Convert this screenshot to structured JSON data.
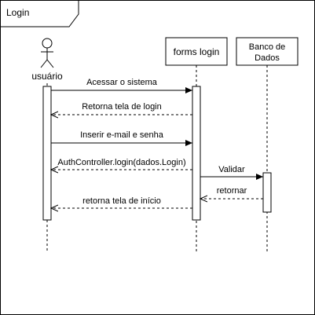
{
  "frame": {
    "title": "Login"
  },
  "participants": {
    "user": {
      "label": "usuário"
    },
    "forms": {
      "label": "forms login"
    },
    "db": {
      "label_line1": "Banco de",
      "label_line2": "Dados"
    }
  },
  "messages": [
    {
      "id": "m1",
      "text": "Acessar o sistema",
      "from": "user",
      "to": "forms",
      "kind": "sync"
    },
    {
      "id": "m2",
      "text": "Retorna tela de login",
      "from": "forms",
      "to": "user",
      "kind": "return"
    },
    {
      "id": "m3",
      "text": "Inserir e-mail e senha",
      "from": "user",
      "to": "forms",
      "kind": "sync"
    },
    {
      "id": "m4",
      "text": "AuthController.login(dados.Login)",
      "from": "forms",
      "to": "user",
      "kind": "return"
    },
    {
      "id": "m5",
      "text": "Validar",
      "from": "forms",
      "to": "db",
      "kind": "sync"
    },
    {
      "id": "m6",
      "text": "retornar",
      "from": "db",
      "to": "forms",
      "kind": "return"
    },
    {
      "id": "m7",
      "text": "retorna tela de início",
      "from": "forms",
      "to": "user",
      "kind": "return"
    }
  ]
}
